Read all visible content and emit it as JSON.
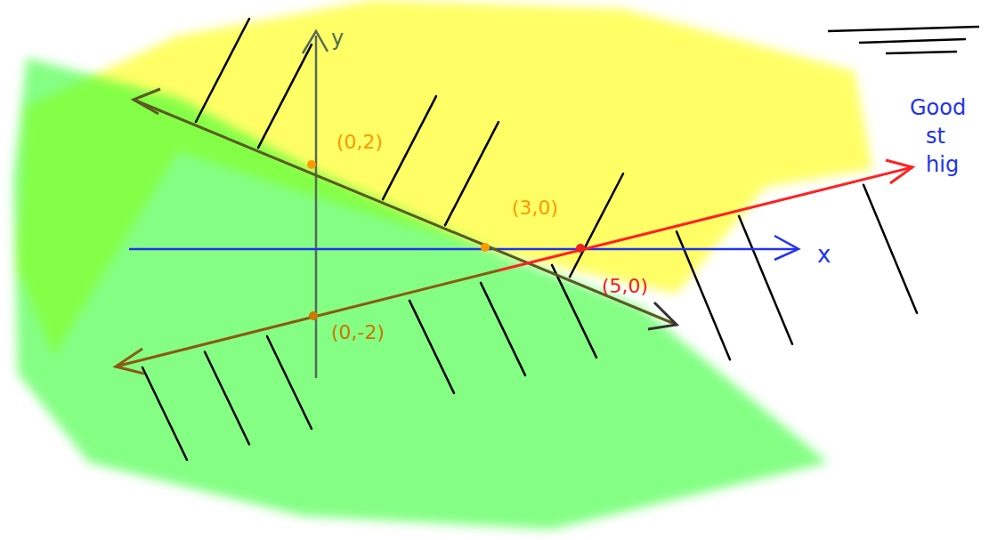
{
  "diagram": {
    "labels": [
      "y",
      "(0,2)",
      "(3,0)",
      "(5,0)",
      "x",
      "(0,-2)",
      "Good",
      "st",
      "hig"
    ]
  }
}
